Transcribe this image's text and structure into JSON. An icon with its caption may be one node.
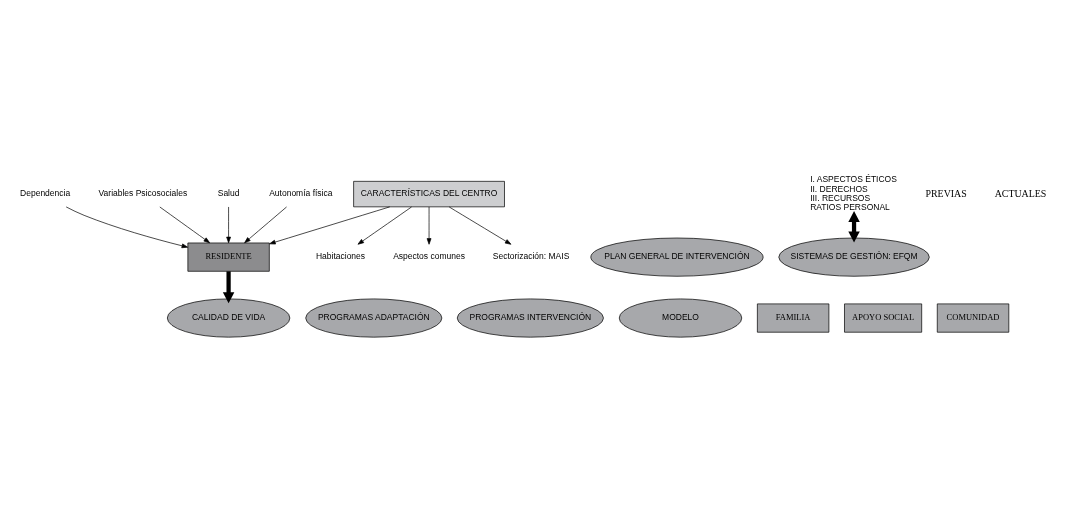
{
  "diagram": {
    "nodes": [
      {
        "text": [
          "Dependencia"
        ]
      },
      {
        "text": [
          "Variables Psicosociales"
        ]
      },
      {
        "text": [
          "Salud"
        ]
      },
      {
        "text": [
          "Autonomía física"
        ]
      },
      {
        "text": [
          "RESIDENTE"
        ]
      },
      {
        "text": [
          "CARACTERÍSTICAS DEL CENTRO"
        ]
      },
      {
        "text": [
          "Habitaciones"
        ]
      },
      {
        "text": [
          "Aspectos comunes"
        ]
      },
      {
        "text": [
          "Sectorización: MAIS"
        ]
      },
      {
        "text": [
          "CALIDAD DE VIDA"
        ]
      },
      {
        "text": [
          "PROGRAMAS ADAPTACIÓN"
        ]
      },
      {
        "text": [
          "PROGRAMAS INTERVENCIÓN"
        ]
      },
      {
        "text": [
          "MODELO"
        ]
      },
      {
        "text": [
          "PLAN GENERAL DE INTERVENCIÓN"
        ]
      },
      {
        "text": [
          "SISTEMAS DE GESTIÓN: EFQM"
        ]
      },
      {
        "text": [
          "I. ASPECTOS ÉTICOS",
          "II. DERECHOS",
          "III. RECURSOS",
          "RATIOS PERSONAL"
        ]
      },
      {
        "text": [
          "FAMILIA"
        ]
      },
      {
        "text": [
          "APOYO SOCIAL"
        ]
      },
      {
        "text": [
          "COMUNIDAD"
        ]
      }
    ],
    "edges": [
      {
        "from": 0,
        "to": 4,
        "arrow": "to"
      },
      {
        "from": 1,
        "to": 4,
        "arrow": "to"
      },
      {
        "from": 2,
        "to": 4,
        "arrow": "to"
      },
      {
        "from": 3,
        "to": 4,
        "arrow": "to"
      },
      {
        "from": 5,
        "to": 4,
        "arrow": "to"
      },
      {
        "from": 5,
        "to": 6,
        "arrow": "to"
      },
      {
        "from": 5,
        "to": 7,
        "arrow": "to"
      },
      {
        "from": 5,
        "to": 8,
        "arrow": "to"
      },
      {
        "from": 4,
        "to": 9,
        "arrow": "to",
        "style": "thick"
      },
      {
        "from": 15,
        "to": 14,
        "arrow": "both",
        "style": "thick"
      }
    ],
    "labels": [
      "PREVIAS",
      "ACTUALES"
    ]
  }
}
